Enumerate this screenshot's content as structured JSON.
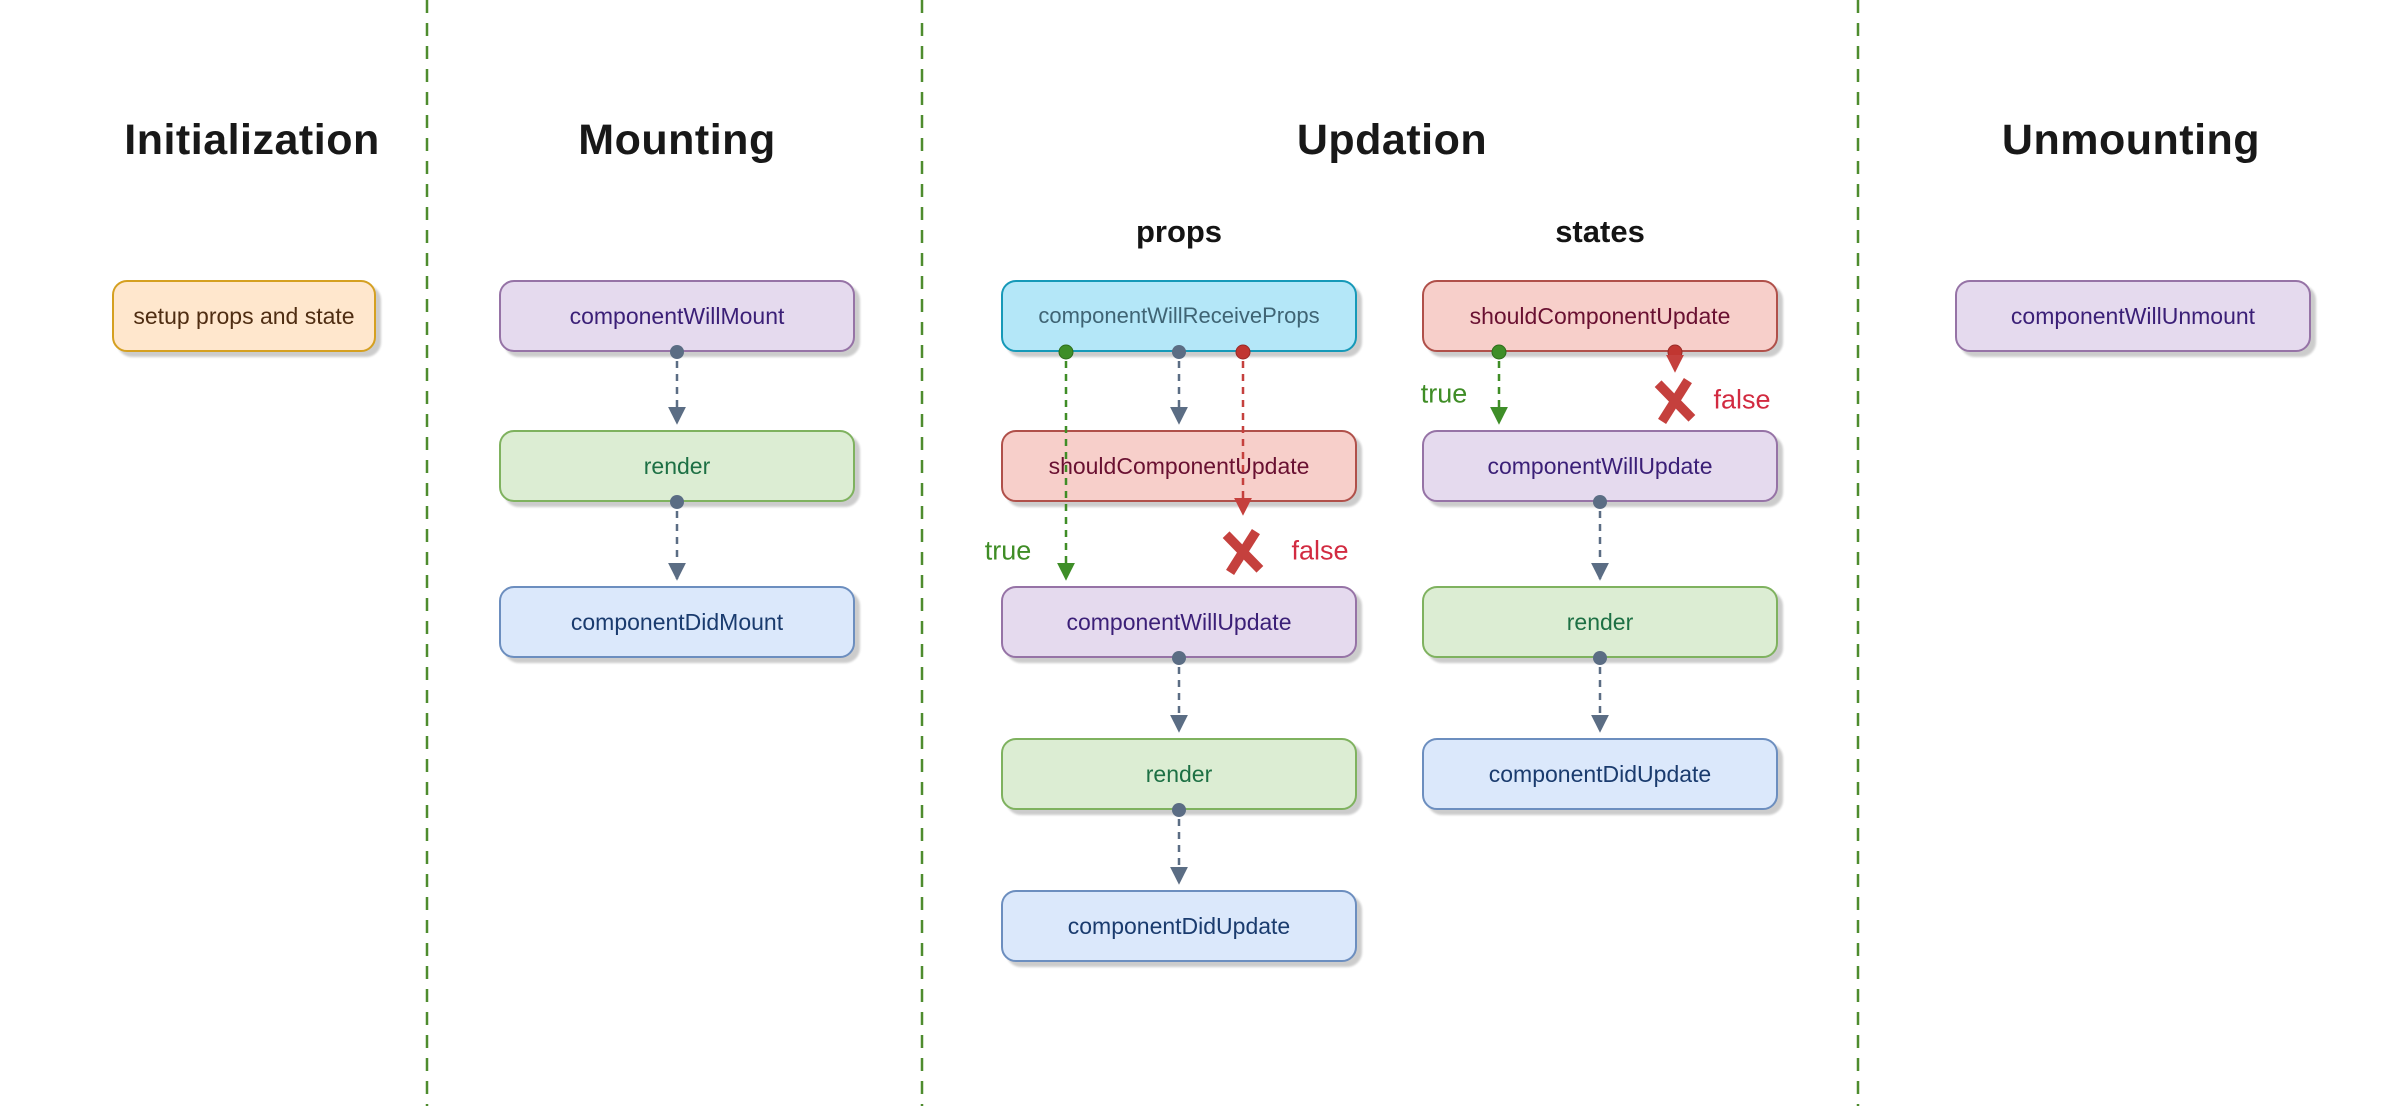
{
  "phases": {
    "initialization": {
      "title": "Initialization",
      "nodes": {
        "setup": {
          "label": "setup props and state"
        }
      }
    },
    "mounting": {
      "title": "Mounting",
      "nodes": {
        "will_mount": {
          "label": "componentWillMount"
        },
        "render": {
          "label": "render"
        },
        "did_mount": {
          "label": "componentDidMount"
        }
      }
    },
    "updation": {
      "title": "Updation",
      "props_flow": {
        "label": "props",
        "nodes": {
          "will_receive_props": {
            "label": "componentWillReceiveProps"
          },
          "should_update": {
            "label": "shouldComponentUpdate"
          },
          "will_update": {
            "label": "componentWillUpdate"
          },
          "render": {
            "label": "render"
          },
          "did_update": {
            "label": "componentDidUpdate"
          }
        },
        "branch": {
          "true_label": "true",
          "false_label": "false",
          "false_icon": "red-x-cross"
        }
      },
      "states_flow": {
        "label": "states",
        "nodes": {
          "should_update": {
            "label": "shouldComponentUpdate"
          },
          "will_update": {
            "label": "componentWillUpdate"
          },
          "render": {
            "label": "render"
          },
          "did_update": {
            "label": "componentDidUpdate"
          }
        },
        "branch": {
          "true_label": "true",
          "false_label": "false",
          "false_icon": "red-x-cross"
        }
      }
    },
    "unmounting": {
      "title": "Unmounting",
      "nodes": {
        "will_unmount": {
          "label": "componentWillUnmount"
        }
      }
    }
  },
  "colors": {
    "node_orange": {
      "fill": "#ffe7cd",
      "border": "#d5a021",
      "text": "#4f2d12"
    },
    "node_purple": {
      "fill": "#e5daee",
      "border": "#9673a6",
      "text": "#3b1f77"
    },
    "node_green": {
      "fill": "#dcedd3",
      "border": "#7fb25f",
      "text": "#1d7044"
    },
    "node_blue": {
      "fill": "#dbe8fb",
      "border": "#6c8ebf",
      "text": "#1a3b6e"
    },
    "node_cyan": {
      "fill": "#b4e7f8",
      "border": "#1699b8",
      "text": "#3f6474"
    },
    "node_red": {
      "fill": "#f7cfca",
      "border": "#b0504a",
      "text": "#691031"
    },
    "edge_gray": "#5b6d84",
    "edge_true_green": "#3f8d26",
    "edge_false_red": "#c5403d",
    "false_label_red": "#d22b41",
    "divider_green": "#4e8c2e",
    "title_text": "#181818"
  }
}
